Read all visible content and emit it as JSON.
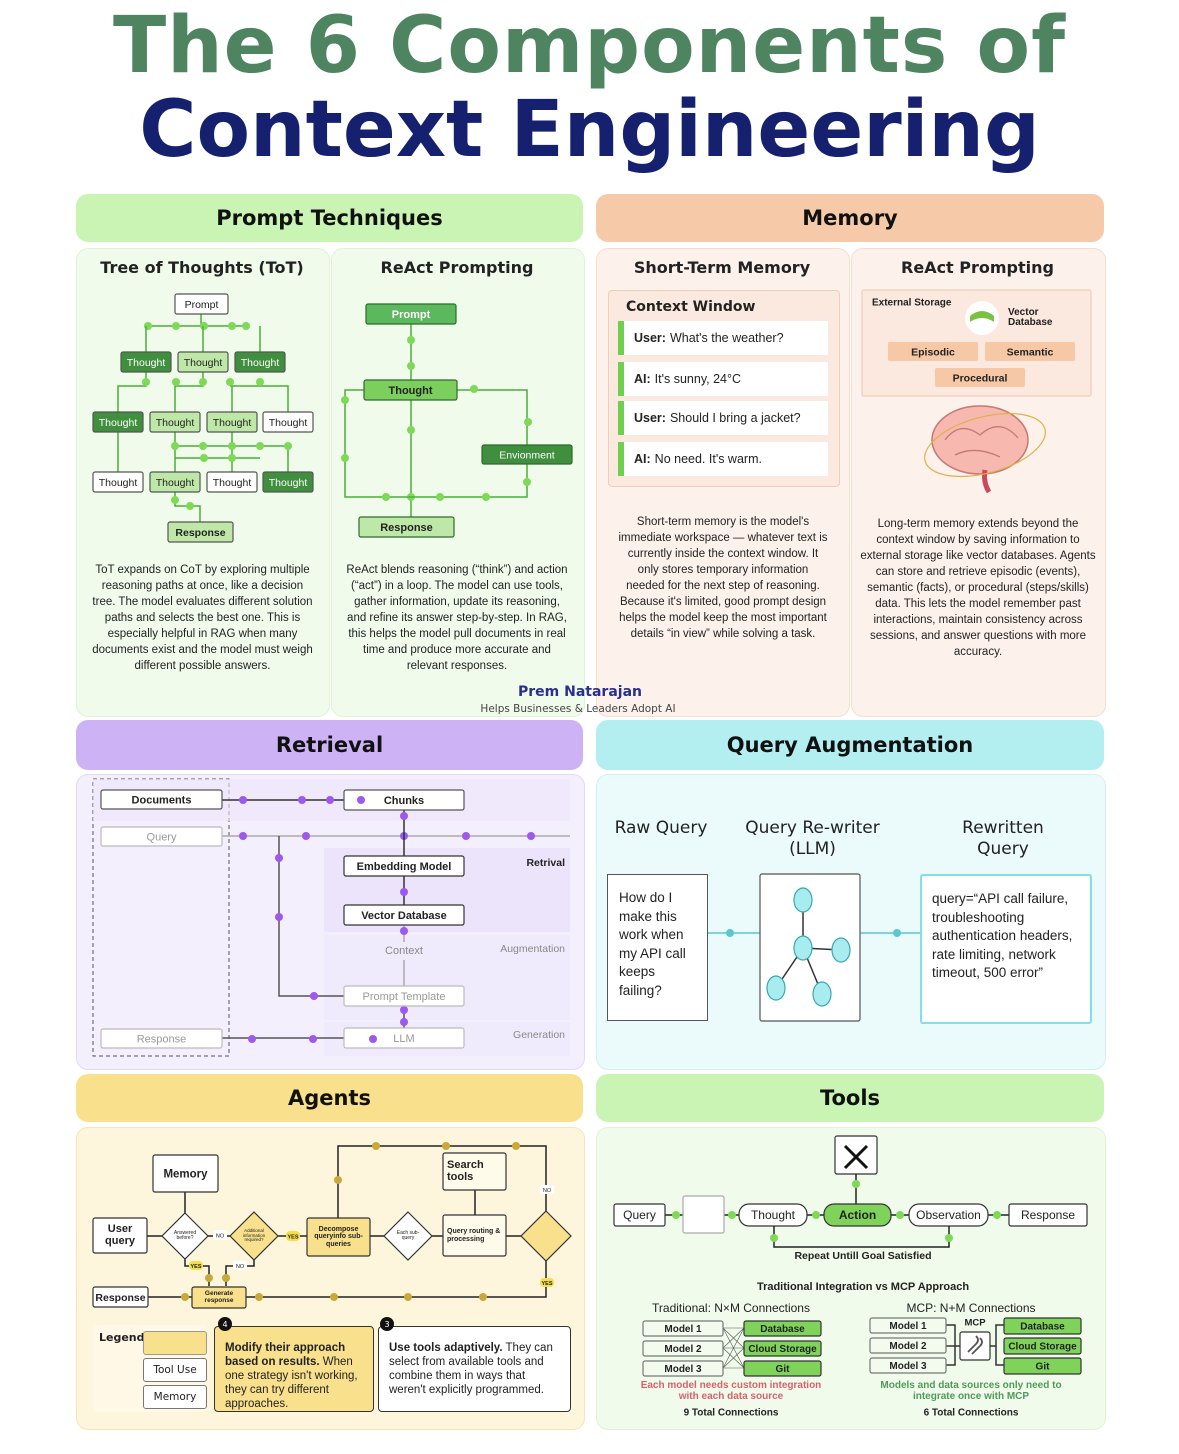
{
  "title": {
    "line1": "The 6 Components of",
    "line2": "Context Engineering"
  },
  "colors": {
    "title_green": "#4e8560",
    "title_navy": "#15206e",
    "prompt_green": "#c9f4b4",
    "memory_peach": "#f6caa9",
    "retrieval_purple": "#cdb3f6",
    "query_cyan": "#b3eef1",
    "agents_yellow": "#f8e08c",
    "tools_green": "#c9f4b4",
    "node_dark_green": "#3f8f3f",
    "dot_green": "#7ed957"
  },
  "author": {
    "name": "Prem Natarajan",
    "tagline": "Helps Businesses & Leaders Adopt AI"
  },
  "prompt_techniques": {
    "header": "Prompt Techniques",
    "tot": {
      "title": "Tree of Thoughts (ToT)",
      "prompt": "Prompt",
      "thought": "Thought",
      "response": "Response",
      "description": "ToT expands on CoT by exploring multiple reasoning paths at once, like a decision tree. The model evaluates different solution paths and selects the best one. This is especially helpful in RAG when many documents exist and the model must weigh different possible answers."
    },
    "react": {
      "title": "ReAct Prompting",
      "prompt": "Prompt",
      "thought": "Thought",
      "environment": "Envionment",
      "response": "Response",
      "description": "ReAct blends reasoning (“think”) and action (“act”) in a loop. The model can use tools, gather information, update its reasoning, and refine its answer step-by-step. In RAG, this helps the model pull documents in real time and produce more accurate and relevant responses."
    }
  },
  "memory": {
    "header": "Memory",
    "short_term": {
      "title": "Short-Term Memory",
      "context_window": "Context Window",
      "messages": [
        {
          "speaker": "User:",
          "text": "What's the weather?"
        },
        {
          "speaker": "AI:",
          "text": "It's sunny, 24°C"
        },
        {
          "speaker": "User:",
          "text": "Should I bring a jacket?"
        },
        {
          "speaker": "AI:",
          "text": "No need. It's warm."
        }
      ],
      "description": "Short-term memory is the model's immediate workspace — whatever text is currently inside the context window. It only stores temporary information needed for the next step of reasoning. Because it's limited, good prompt design helps the model keep the most important details “in view” while solving a task."
    },
    "long_term": {
      "title": "ReAct Prompting",
      "external_storage": "External Storage",
      "vector_db": "Vector Database",
      "tags": [
        "Episodic",
        "Semantic",
        "Procedural"
      ],
      "description": "Long-term memory extends beyond the context window by saving information to external storage like vector databases. Agents can store and retrieve episodic (events), semantic (facts), or procedural (steps/skills) data. This lets the model remember past interactions, maintain consistency across sessions, and answer questions with more accuracy."
    }
  },
  "retrieval": {
    "header": "Retrieval",
    "documents": "Documents",
    "query": "Query",
    "response": "Response",
    "chunks": "Chunks",
    "embedding_model": "Embedding Model",
    "vector_database": "Vector Database",
    "context": "Context",
    "prompt_template": "Prompt Template",
    "llm": "LLM",
    "stage_labels": [
      "Retrival",
      "Augmentation",
      "Generation"
    ]
  },
  "query_augmentation": {
    "header": "Query Augmentation",
    "raw_label": "Raw Query",
    "rewriter_label": "Query Re-writer (LLM)",
    "rewritten_label": "Rewritten Query",
    "raw_query": "How do I make this work when my API call keeps failing?",
    "rewritten_query": "query=“API call failure, troubleshooting authentication headers, rate limiting, network timeout, 500 error”"
  },
  "agents": {
    "header": "Agents",
    "memory": "Memory",
    "user_query": "User query",
    "answered_before": "Answered before?",
    "additional_info": "Additional information required?",
    "decompose": "Decompose queryinfo sub-queries",
    "each_subquery": "Each sub-query",
    "query_routing": "Query routing & processing",
    "search_tools": "Search tools",
    "generate_response": "Generate response",
    "response": "Response",
    "yes": "YES",
    "no": "NO",
    "legend": {
      "title": "Legend",
      "items": [
        "Tool Use",
        "Memory"
      ]
    },
    "cards": [
      {
        "number": "4",
        "bold": "Modify their approach based on results.",
        "text": " When one strategy isn't working, they can try different approaches."
      },
      {
        "number": "3",
        "bold": "Use tools adaptively.",
        "text": " They can select from available tools and combine them in ways that weren't explicitly programmed."
      }
    ]
  },
  "tools": {
    "header": "Tools",
    "tool_icon": "wrench-screwdriver-icon",
    "flow": [
      "Query",
      "Thought",
      "Action",
      "Observation",
      "Response"
    ],
    "repeat": "Repeat Untill Goal Satisfied",
    "comparison_title": "Traditional Integration vs MCP Approach",
    "traditional": {
      "title": "Traditional: N×M Connections",
      "models": [
        "Model 1",
        "Model 2",
        "Model 3"
      ],
      "sources": [
        "Database",
        "Cloud Storage",
        "Git"
      ],
      "note": "Each model needs custom integration with each data source",
      "total": "9 Total Connections"
    },
    "mcp": {
      "title": "MCP: N+M Connections",
      "label": "MCP",
      "models": [
        "Model 1",
        "Model 2",
        "Model 3"
      ],
      "sources": [
        "Database",
        "Cloud Storage",
        "Git"
      ],
      "note": "Models and data sources only need to integrate once with MCP",
      "total": "6 Total Connections"
    }
  }
}
